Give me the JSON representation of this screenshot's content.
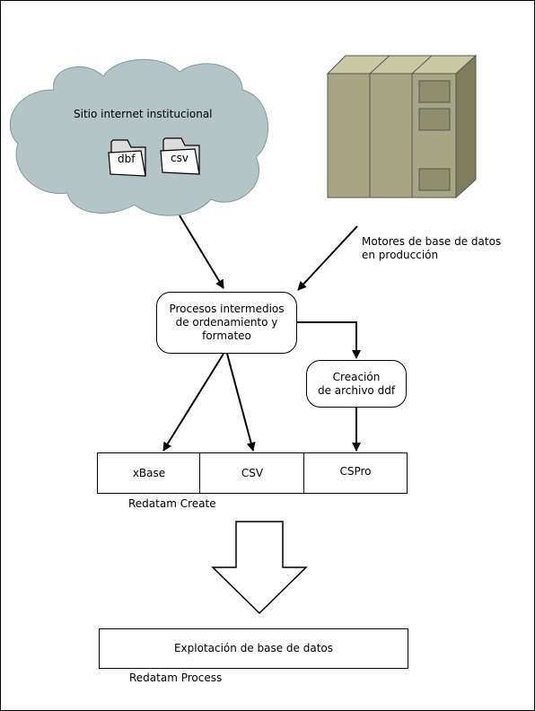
{
  "cloud": {
    "title": "Sitio internet institucional",
    "files": [
      "dbf",
      "csv"
    ]
  },
  "database_label": "Motores de base de datos\nen producción",
  "process_box": "Procesos intermedios\nde ordenamiento y\nformateo",
  "creation_box": "Creación\nde archivo ddf",
  "formats": [
    "xBase",
    "CSV",
    "CSPro"
  ],
  "create_label": "Redatam Create",
  "output_box": "Explotación de base de datos",
  "process_label": "Redatam Process",
  "colors": {
    "cloud_fill": "#b5c4c7",
    "server_front": "#a6a683",
    "server_top": "#c9c9a4",
    "server_side": "#7d7d5c"
  }
}
